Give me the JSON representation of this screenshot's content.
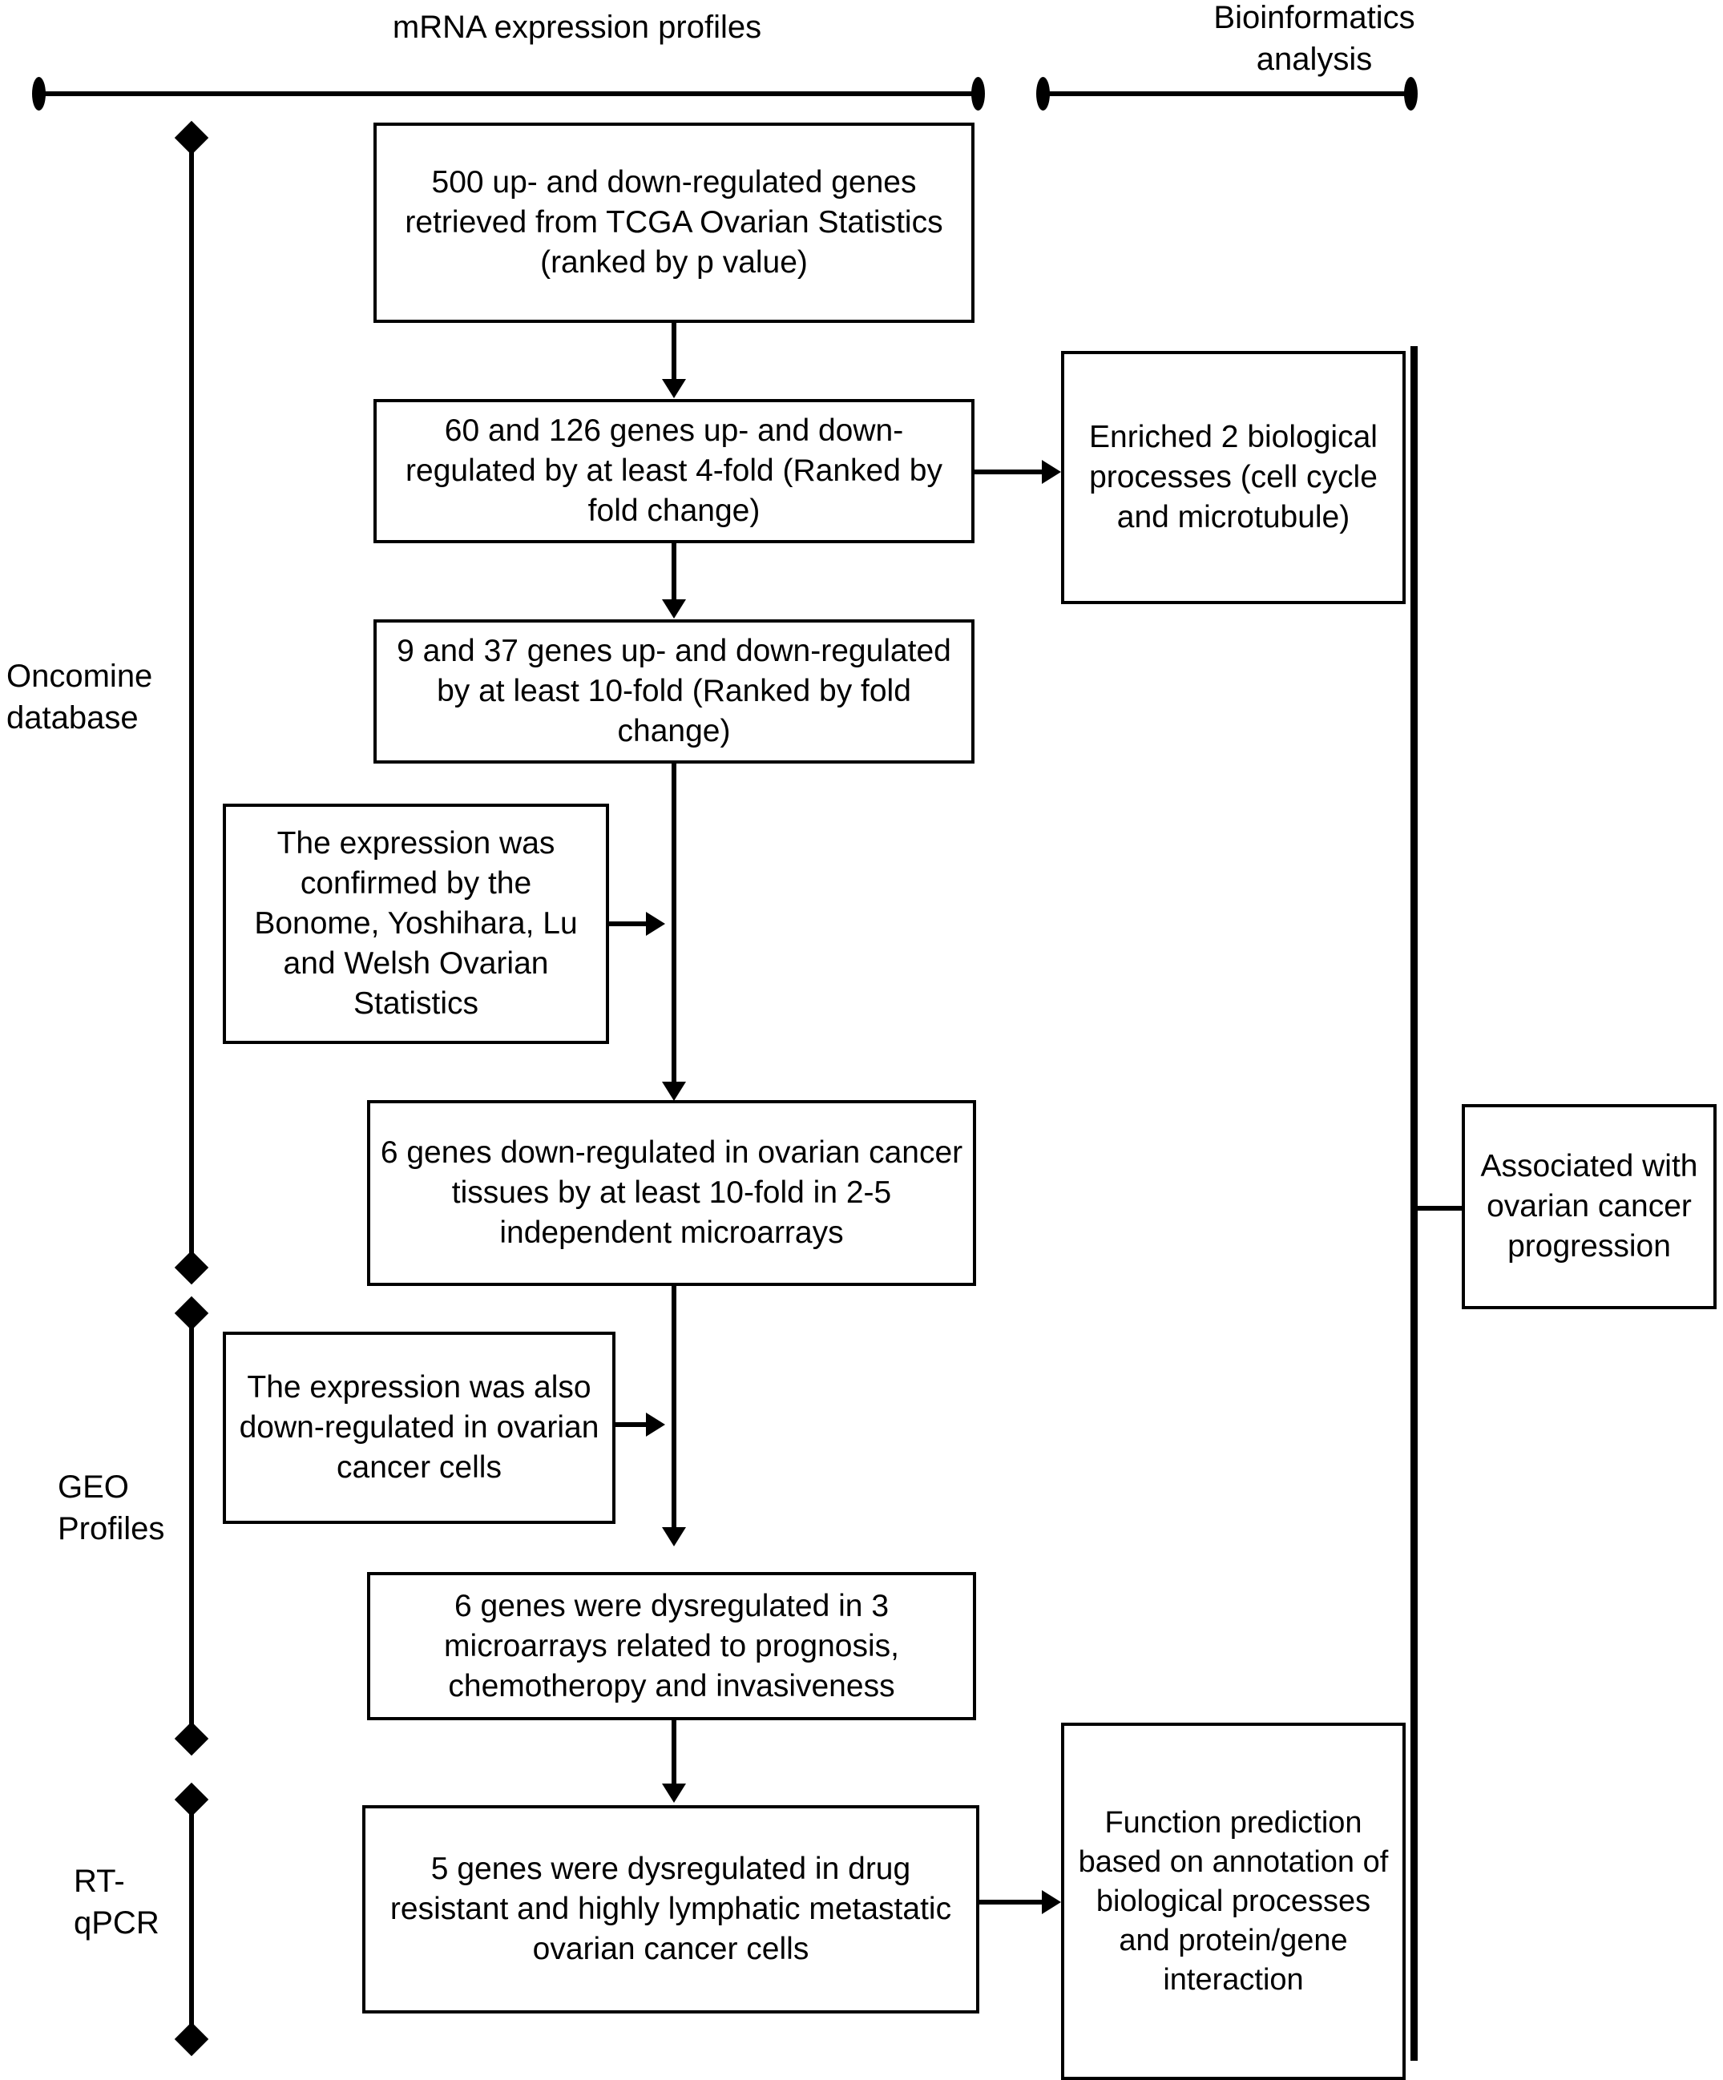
{
  "figure": {
    "type": "flowchart",
    "title": "",
    "background": "#ffffff",
    "line_color": "#000000"
  },
  "sections": [
    {
      "id": "mrna",
      "label": "mRNA expression profiles"
    },
    {
      "id": "bioinfo",
      "label": "Bioinformatics\nanalysis"
    }
  ],
  "stage_labels": [
    {
      "id": "oncomine",
      "label": "Oncomine\ndatabase"
    },
    {
      "id": "geo",
      "label": "GEO\nProfiles"
    },
    {
      "id": "rtqpcr",
      "label": "RT-\nqPCR"
    }
  ],
  "boxes": {
    "b1": "500 up- and down-regulated genes retrieved from TCGA Ovarian Statistics (ranked by p value)",
    "b2": "60 and 126 genes up- and down-regulated by at least 4-fold (Ranked by fold change)",
    "b3": "9 and 37 genes up- and down-regulated by at least 10-fold (Ranked by fold change)",
    "b4": "The expression was confirmed by the Bonome, Yoshihara, Lu and Welsh Ovarian Statistics",
    "b5": "6 genes down-regulated in ovarian cancer tissues by at least 10-fold in 2-5 independent microarrays",
    "b6": "The expression was also down-regulated in ovarian cancer cells",
    "b7": "6 genes were dysregulated in 3 microarrays related to prognosis, chemotheropy and invasiveness",
    "b8": "5 genes were dysregulated in drug resistant and highly lymphatic metastatic ovarian cancer cells",
    "r1": "Enriched 2 biological processes (cell cycle and microtubule)",
    "r2": "Associated with ovarian cancer progression",
    "r3": "Function prediction based on annotation of biological processes and protein/gene interaction"
  },
  "connections": [
    {
      "from": "b1",
      "to": "b2",
      "kind": "arrow-down"
    },
    {
      "from": "b2",
      "to": "b3",
      "kind": "arrow-down"
    },
    {
      "from": "b2",
      "to": "r1",
      "kind": "arrow-right"
    },
    {
      "from": "b3",
      "to": "b5",
      "kind": "arrow-down"
    },
    {
      "from": "b4",
      "to": "b3-b5-link",
      "kind": "arrow-right"
    },
    {
      "from": "b5",
      "to": "b7",
      "kind": "arrow-down"
    },
    {
      "from": "b6",
      "to": "b5-b7-link",
      "kind": "arrow-right"
    },
    {
      "from": "b7",
      "to": "b8",
      "kind": "arrow-down"
    },
    {
      "from": "b8",
      "to": "r3",
      "kind": "arrow-right"
    },
    {
      "from": "right-rail",
      "to": "r2",
      "kind": "arrow-right"
    }
  ]
}
